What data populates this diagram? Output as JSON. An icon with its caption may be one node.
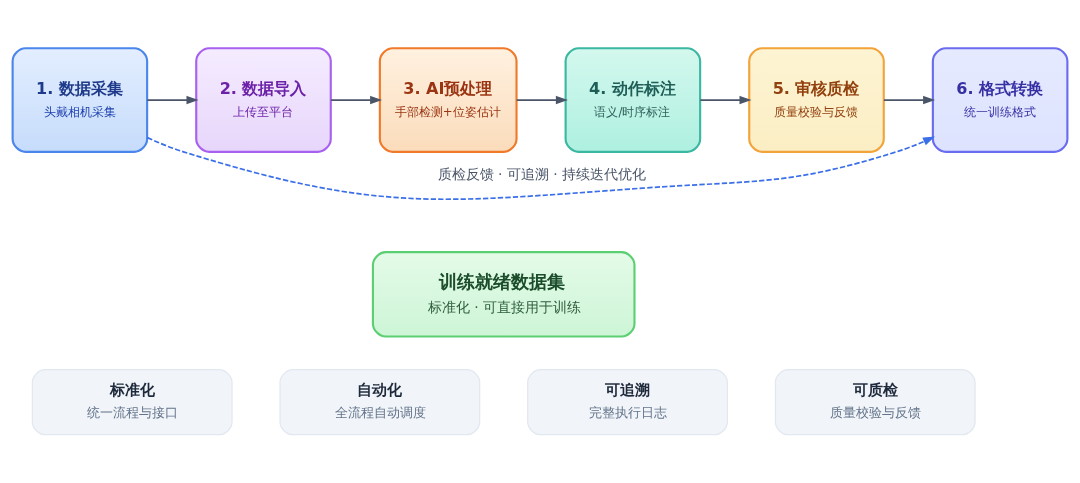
{
  "diagram": {
    "nodes": [
      {
        "text": [
          "1. 数据采集",
          "头戴相机采集"
        ]
      },
      {
        "text": [
          "2. 数据导入",
          "上传至平台"
        ]
      },
      {
        "text": [
          "3. AI预处理",
          "手部检测+位姿估计"
        ]
      },
      {
        "text": [
          "4. 动作标注",
          "语义/时序标注"
        ]
      },
      {
        "text": [
          "5. 审核质检",
          "质量校验与反馈"
        ]
      },
      {
        "text": [
          "6. 格式转换",
          "统一训练格式"
        ]
      },
      {
        "text": [
          "训练就绪数据集",
          "标准化 · 可直接用于训练"
        ]
      },
      {
        "text": [
          "标准化",
          "统一流程与接口"
        ]
      },
      {
        "text": [
          "自动化",
          "全流程自动调度"
        ]
      },
      {
        "text": [
          "可追溯",
          "完整执行日志"
        ]
      },
      {
        "text": [
          "可质检",
          "质量校验与反馈"
        ]
      }
    ],
    "edges": [
      {
        "from": 0,
        "to": 1,
        "arrow": "to"
      },
      {
        "from": 1,
        "to": 2,
        "arrow": "to"
      },
      {
        "from": 2,
        "to": 3,
        "arrow": "to"
      },
      {
        "from": 3,
        "to": 4,
        "arrow": "to"
      },
      {
        "from": 4,
        "to": 5,
        "arrow": "to"
      },
      {
        "from": 0,
        "to": 5,
        "arrow": "to",
        "label": "质检反馈 · 可追溯 · 持续迭代优化",
        "style": "dashed",
        "color": "#3b6fe8"
      }
    ]
  }
}
